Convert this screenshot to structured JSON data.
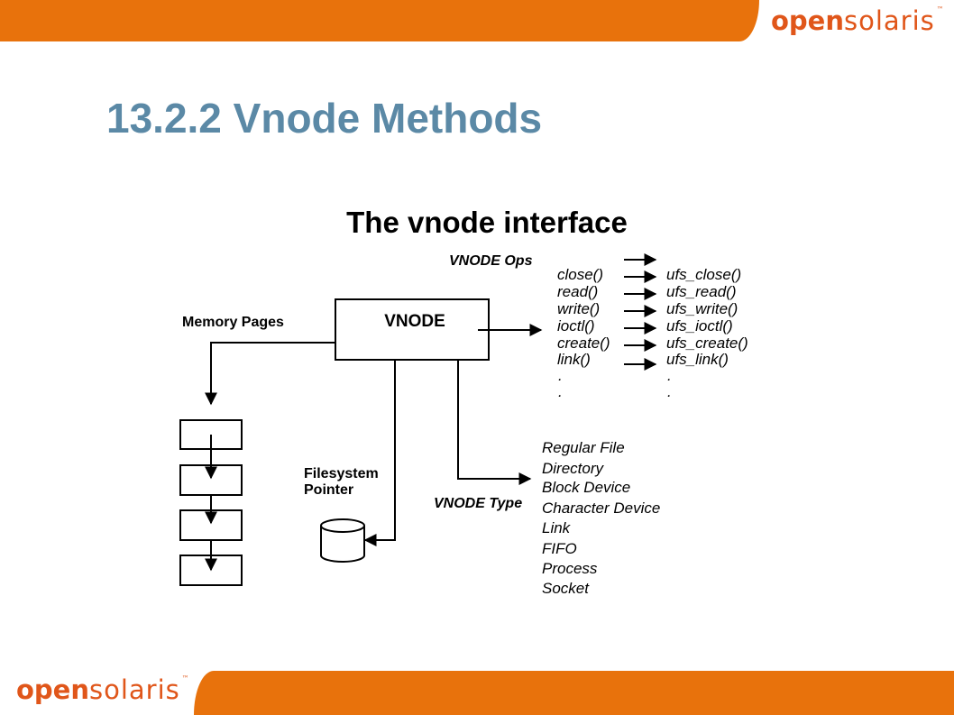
{
  "header": {
    "logo_open": "open",
    "logo_solaris": "solaris"
  },
  "slide": {
    "title": "13.2.2 Vnode Methods"
  },
  "diagram": {
    "title": "The vnode interface",
    "vnode_label": "VNODE",
    "vnode_ops_label": "VNODE Ops",
    "memory_pages_label": "Memory Pages",
    "filesystem_pointer_line1": "Filesystem",
    "filesystem_pointer_line2": "Pointer",
    "vnode_type_label": "VNODE Type",
    "ops": [
      "close()",
      "read()",
      "write()",
      "ioctl()",
      "create()",
      "link()"
    ],
    "ufs_ops": [
      "ufs_close()",
      "ufs_read()",
      "ufs_write()",
      "ufs_ioctl()",
      "ufs_create()",
      "ufs_link()"
    ],
    "ellipsis": ".",
    "types": [
      "Regular File",
      "Directory",
      "Block Device",
      "Character Device",
      "Link",
      "FIFO",
      "Process",
      "Socket"
    ]
  },
  "footer": {
    "logo_open": "open",
    "logo_solaris": "solaris"
  },
  "colors": {
    "accent": "#e8720c",
    "title": "#5b89a6",
    "logo": "#e0561a"
  }
}
